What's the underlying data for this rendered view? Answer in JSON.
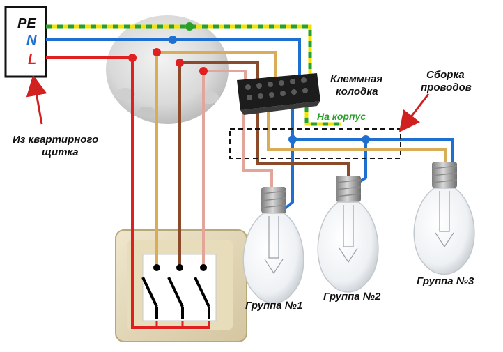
{
  "panel": {
    "pe": "PE",
    "n": "N",
    "l": "L"
  },
  "labels": {
    "from_panel_line1": "Из квартирного",
    "from_panel_line2": "щитка",
    "terminal_block_line1": "Клеммная",
    "terminal_block_line2": "колодка",
    "to_case": "На корпус",
    "wire_assembly_line1": "Сборка",
    "wire_assembly_line2": "проводов",
    "group1": "Группа №1",
    "group2": "Группа №2",
    "group3": "Группа №3"
  },
  "colors": {
    "phase": "#e02020",
    "neutral": "#1f6fd0",
    "ground_yellow": "#f2e400",
    "ground_green": "#2aa02a",
    "switched_1": "#d9ad57",
    "switched_2": "#8b4a2a",
    "switched_3": "#e3a49a",
    "arrow": "#d02020"
  },
  "icons": [
    "junction-box",
    "terminal-block",
    "triple-switch",
    "light-bulb"
  ]
}
